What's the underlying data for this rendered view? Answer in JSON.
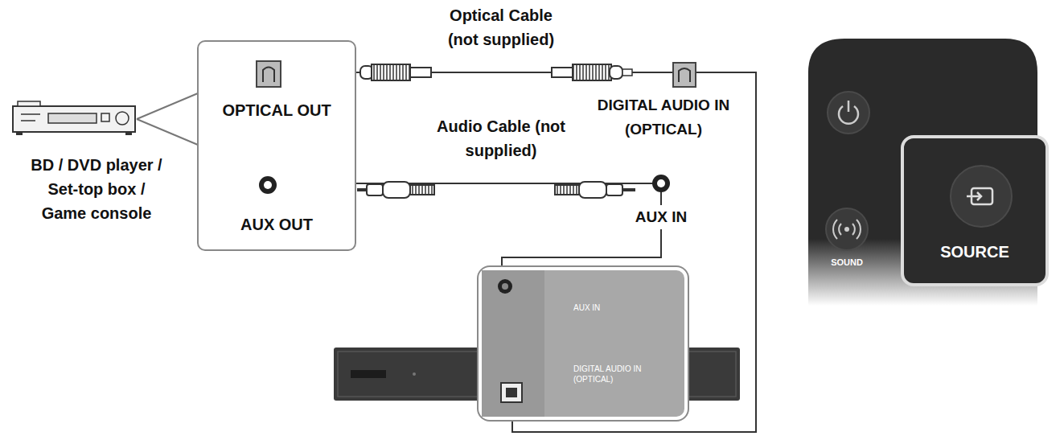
{
  "diagram": {
    "nodes": [
      {
        "text": [
          "OPTICAL OUT",
          "AUX OUT"
        ]
      },
      {
        "text": [
          "AUX IN",
          "DIGITAL AUDIO IN (OPTICAL)"
        ]
      },
      {
        "text": [
          "SOURCE"
        ]
      }
    ],
    "edges": [
      {
        "from": 0,
        "to": 1,
        "label": "Optical Cable (not supplied)",
        "arrow": "none"
      },
      {
        "from": 0,
        "to": 1,
        "label": "Audio Cable (not supplied)",
        "arrow": "none"
      }
    ],
    "labels": [
      "BD / DVD player / Set-top box / Game console",
      "DIGITAL AUDIO IN (OPTICAL)",
      "AUX IN",
      "SOUND"
    ]
  }
}
